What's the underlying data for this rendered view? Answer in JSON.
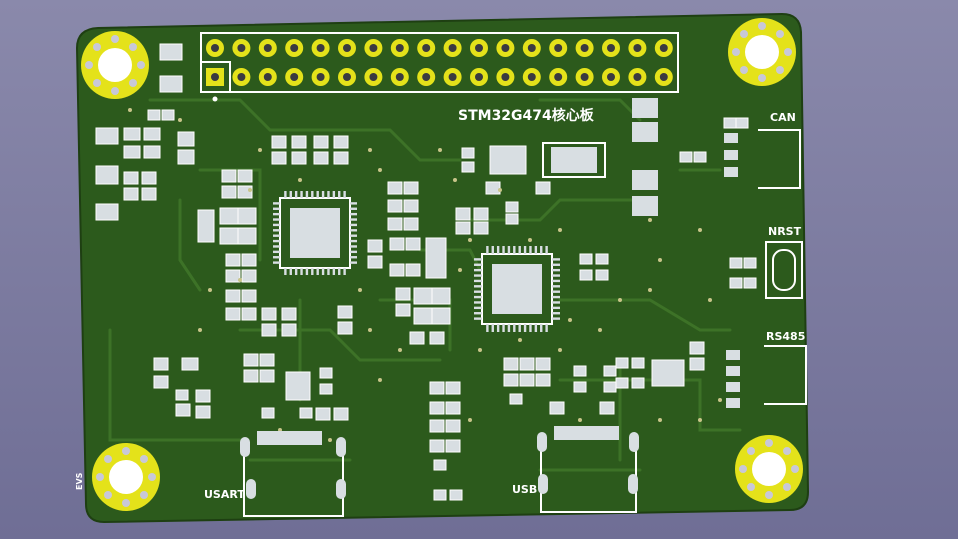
{
  "board": {
    "title": "STM32G474核心板",
    "labels": {
      "can": "CAN",
      "nrst": "NRST",
      "rs485": "RS485",
      "usart": "USART",
      "usb": "USB",
      "edge_mark": "EVS"
    }
  },
  "colors": {
    "background": "#7c7ba0",
    "board": "#2c5a1c",
    "copper": "#3c7026",
    "pad": "#d8dee2",
    "silkscreen": "#ffffff",
    "mounting_hole": "#e4e21a"
  }
}
